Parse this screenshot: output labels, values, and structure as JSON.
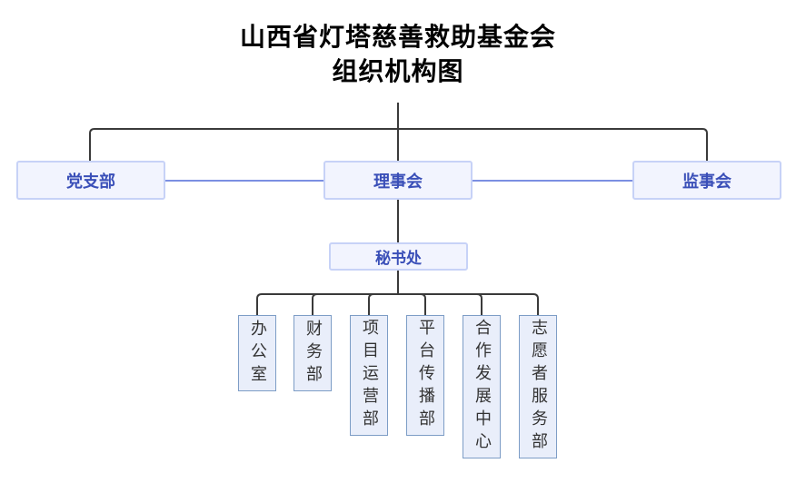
{
  "title": {
    "line1": "山西省灯塔慈善救助基金会",
    "line2": "组织机构图"
  },
  "org": {
    "top_level": [
      "党支部",
      "理事会",
      "监事会"
    ],
    "secretariat": "秘书处",
    "departments": [
      "办公室",
      "财务部",
      "项目运营部",
      "平台传播部",
      "合作发展中心",
      "志愿者服务部"
    ]
  },
  "colors": {
    "title_text": "#000000",
    "level1_box_fill": "#f2f4fe",
    "level1_box_border": "#c7d2f7",
    "level1_box_text": "#3a4fb8",
    "department_box_fill": "#e9eefa",
    "department_box_border": "#7d9dc6",
    "department_box_text": "#333333",
    "connector_dark": "#3a3a3a",
    "connector_blue": "#7b8fe2"
  }
}
